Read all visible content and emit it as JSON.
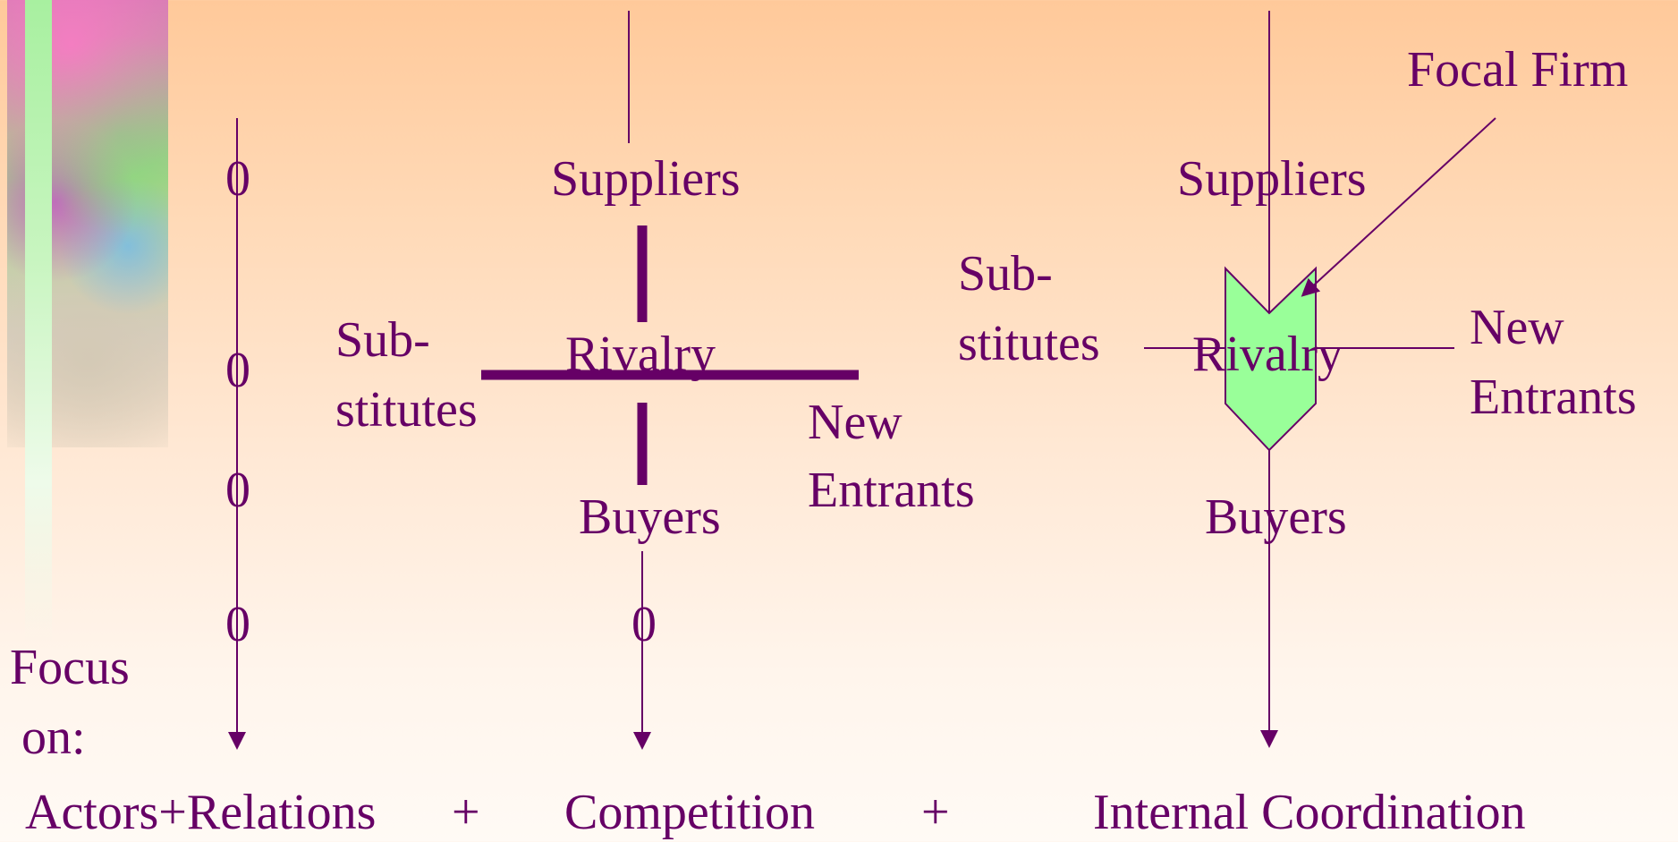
{
  "left_column": {
    "zeros": [
      "0",
      "0",
      "0",
      "0"
    ]
  },
  "middle_diagram": {
    "suppliers": "Suppliers",
    "substitutes_line1": "Sub-",
    "substitutes_line2": "stitutes",
    "rivalry": "Rivalry",
    "new_entrants_line1": "New",
    "new_entrants_line2": "Entrants",
    "buyers": "Buyers",
    "zero": "0"
  },
  "right_diagram": {
    "focal_firm": "Focal Firm",
    "suppliers": "Suppliers",
    "substitutes_line1": "Sub-",
    "substitutes_line2": "stitutes",
    "rivalry": "Rivalry",
    "new_entrants_line1": "New",
    "new_entrants_line2": "Entrants",
    "buyers": "Buyers"
  },
  "focus_label_line1": "Focus",
  "focus_label_line2": "on:",
  "bottom_row": {
    "actors_relations": "Actors+Relations",
    "plus1": "+",
    "competition": "Competition",
    "plus2": "+",
    "internal_coordination": "Internal Coordination"
  },
  "colors": {
    "text": "#660066",
    "arrow_box_fill": "#99ff99",
    "background_top": "#ffc99a",
    "background_bottom": "#fffaf5"
  }
}
